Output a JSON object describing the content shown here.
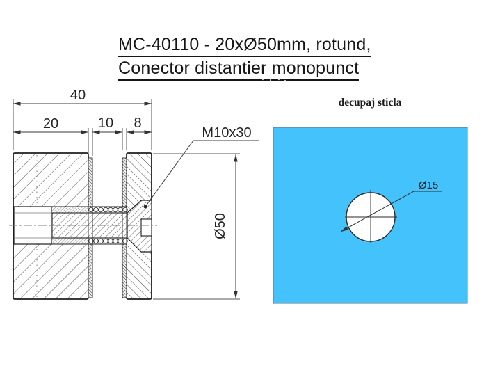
{
  "title": {
    "line1": "MC-40110 - 20xØ50mm, rotund,",
    "line2": "Conector distantier monopunct"
  },
  "section_view": {
    "dim_overall": "40",
    "dim_body": "20",
    "dim_glass": "10",
    "dim_cap": "8",
    "thread_label": "M10x30",
    "diameter_label": "Ø50"
  },
  "glass_cutout": {
    "label": "decupaj sticla",
    "hole_diameter": "Ø15",
    "glass_color": "#44C2FB"
  }
}
